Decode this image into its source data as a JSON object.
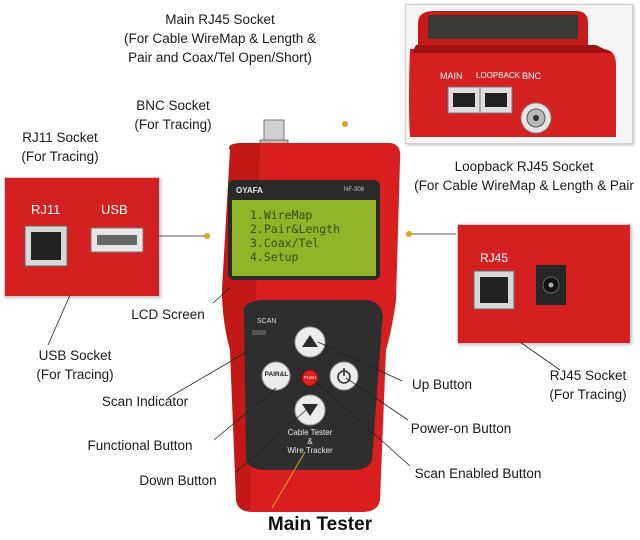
{
  "labels": {
    "main_rj45": [
      "Main RJ45 Socket",
      "(For Cable WireMap & Length &",
      "Pair and Coax/Tel Open/Short)"
    ],
    "bnc": [
      "BNC Socket",
      "(For Tracing)"
    ],
    "rj11": [
      "RJ11 Socket",
      "(For Tracing)"
    ],
    "loopback": [
      "Loopback RJ45 Socket",
      "(For Cable WireMap & Length & Pair"
    ],
    "lcd": [
      "LCD Screen"
    ],
    "usb": [
      "USB Socket",
      "(For Tracing)"
    ],
    "scan_indicator": [
      "Scan Indicator"
    ],
    "functional": [
      "Functional Button"
    ],
    "down": [
      "Down Button"
    ],
    "up": [
      "Up Button"
    ],
    "power": [
      "Power-on Button"
    ],
    "scan_enabled": [
      "Scan Enabled Button"
    ],
    "rj45_tracing": [
      "RJ45 Socket",
      "(For Tracing)"
    ]
  },
  "title": "Main Tester",
  "device": {
    "brand": "OYAFA",
    "model": "NF-308",
    "lcd_lines": [
      "1.WireMap",
      "2.Pair&Length",
      "3.Coax/Tel",
      "4.Setup"
    ],
    "scan_label": "SCAN",
    "func_button": "PAIR&L",
    "scan_button": "PUSH",
    "body_text": [
      "Cable Tester",
      "&",
      "Wire Tracker"
    ]
  },
  "inset_top": {
    "port_labels": [
      "MAIN",
      "LOOPBACK",
      "BNC"
    ]
  },
  "inset_left": {
    "port_labels": [
      "RJ11",
      "USB"
    ]
  },
  "inset_right": {
    "port_labels": [
      "RJ45"
    ]
  },
  "colors": {
    "device_red": "#d81e1e",
    "lcd_green": "#8fb428",
    "leader_line": "#e0a020"
  }
}
